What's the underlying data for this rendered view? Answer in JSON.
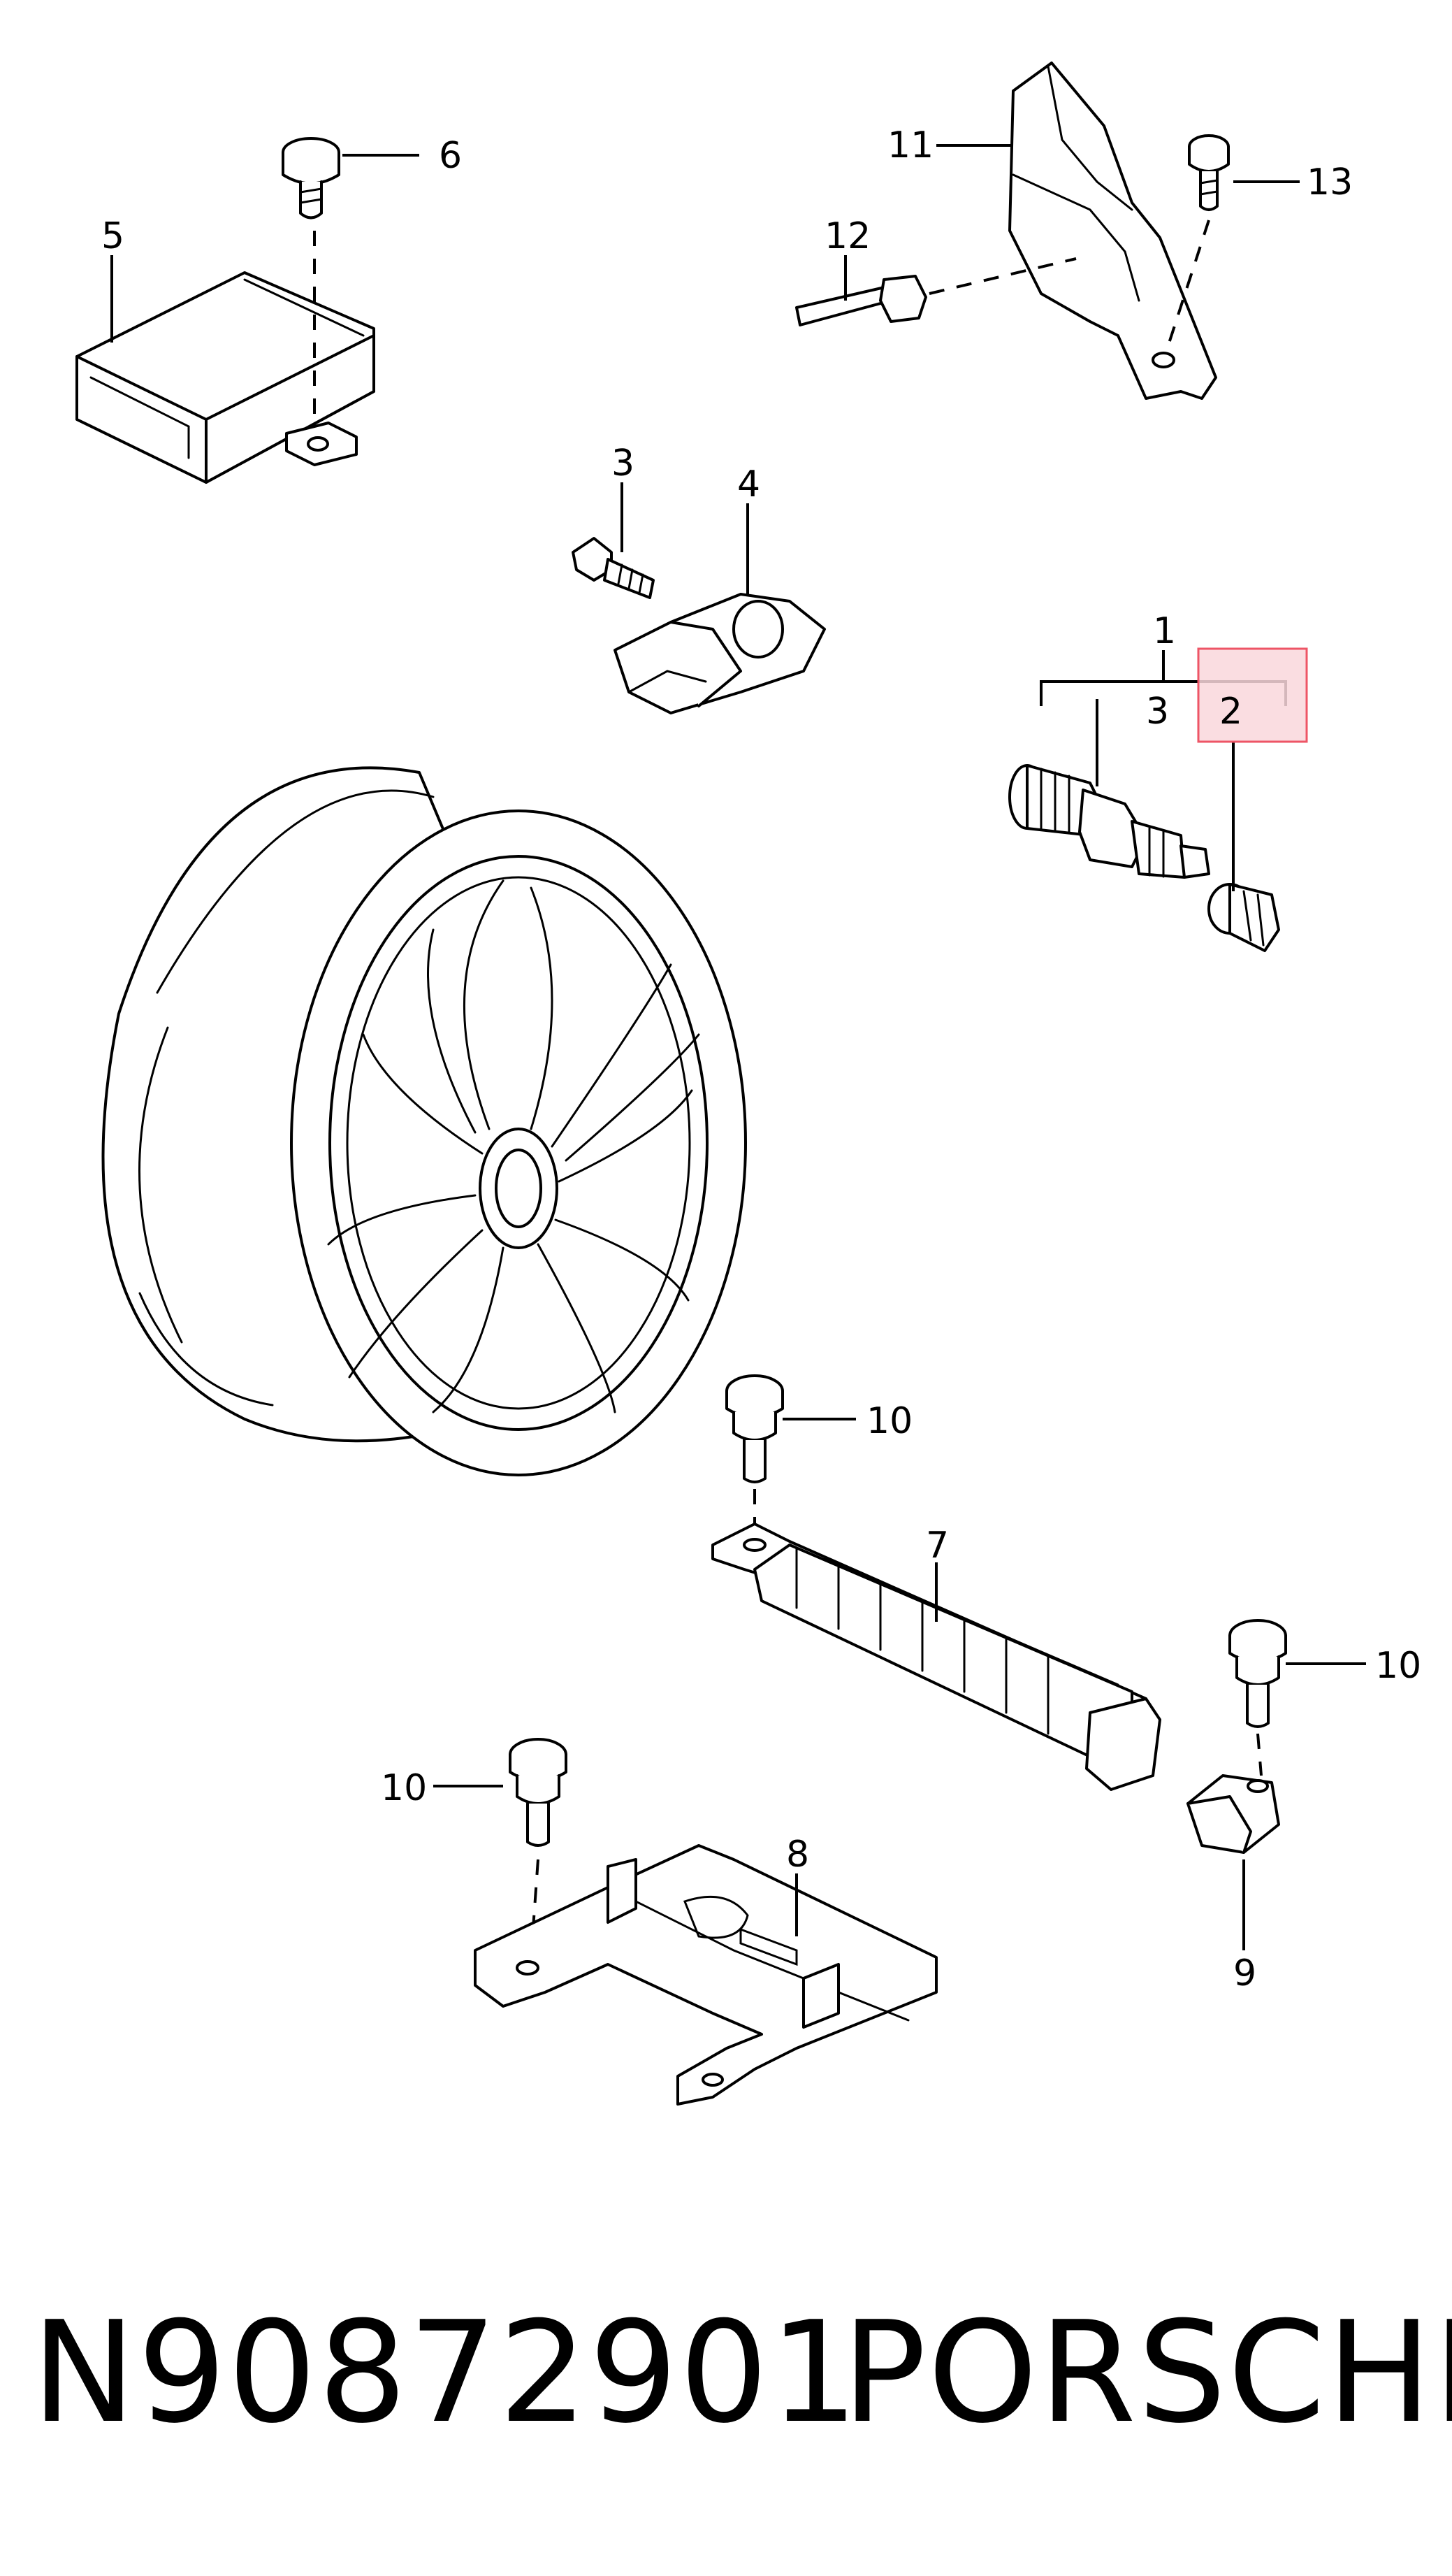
{
  "diagram": {
    "callouts": {
      "c1": "1",
      "c2": "2",
      "c3a": "3",
      "c3b": "3",
      "c4": "4",
      "c5": "5",
      "c6": "6",
      "c7": "7",
      "c8": "8",
      "c9": "9",
      "c10a": "10",
      "c10b": "10",
      "c10c": "10",
      "c11": "11",
      "c12": "12",
      "c13": "13"
    },
    "highlighted_part": "2",
    "highlight_color": "#ee5566"
  },
  "caption": {
    "part_number": "N90872901",
    "brand": "PORSCHE"
  }
}
